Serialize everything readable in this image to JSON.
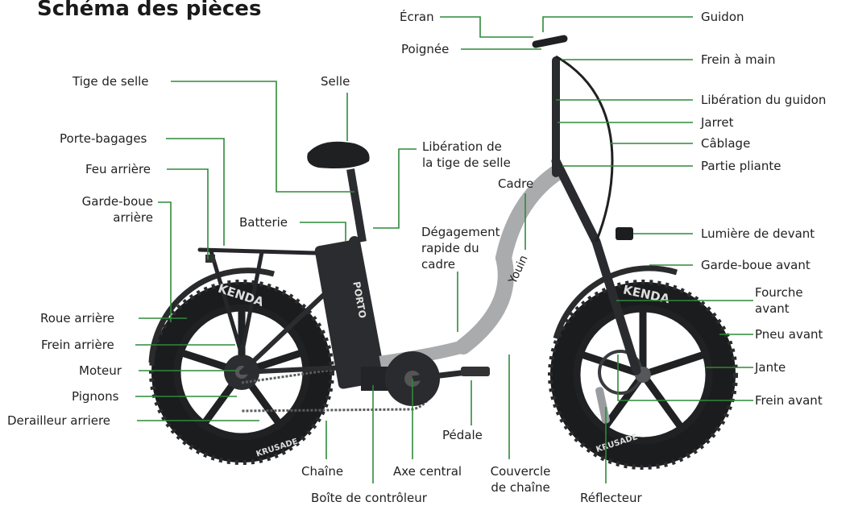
{
  "title": "Schéma des pièces",
  "bike": {
    "brand_text": "Youin",
    "frame_text": "PORTO",
    "tire_brand": "KENDA",
    "tire_model": "KRUSADE"
  },
  "colors": {
    "line": "#2f8a3a",
    "frame": "#a9abad",
    "dark": "#222426",
    "tire": "#1b1c1e",
    "text": "#222222"
  },
  "labels": {
    "ecran": "Écran",
    "poignee": "Poignée",
    "tige_selle": "Tige de selle",
    "selle": "Selle",
    "liberation_tige_1": "Libération de",
    "liberation_tige_2": "la tige de selle",
    "porte_bagages": "Porte-bagages",
    "feu_arriere": "Feu arrière",
    "garde_boue_arriere_1": "Garde-boue",
    "garde_boue_arriere_2": "arrière",
    "batterie": "Batterie",
    "cadre": "Cadre",
    "degagement_1": "Dégagement",
    "degagement_2": "rapide du",
    "degagement_3": "cadre",
    "roue_arriere": "Roue arrière",
    "frein_arriere": "Frein arrière",
    "moteur": "Moteur",
    "pignons": "Pignons",
    "derailleur": "Derailleur arriere",
    "chaine": "Chaîne",
    "axe_central": "Axe central",
    "boite_controleur": "Boîte de contrôleur",
    "couvercle_1": "Couvercle",
    "couvercle_2": "de chaîne",
    "pedale": "Pédale",
    "reflecteur": "Réflecteur",
    "guidon": "Guidon",
    "frein_main": "Frein à main",
    "liberation_guidon": "Libération du guidon",
    "jarret": "Jarret",
    "cablage": "Câblage",
    "partie_pliante": "Partie pliante",
    "lumiere_devant": "Lumière de devant",
    "garde_boue_avant": "Garde-boue avant",
    "fourche_1": "Fourche",
    "fourche_2": "avant",
    "pneu_avant": "Pneu avant",
    "jante": "Jante",
    "frein_avant": "Frein avant"
  }
}
